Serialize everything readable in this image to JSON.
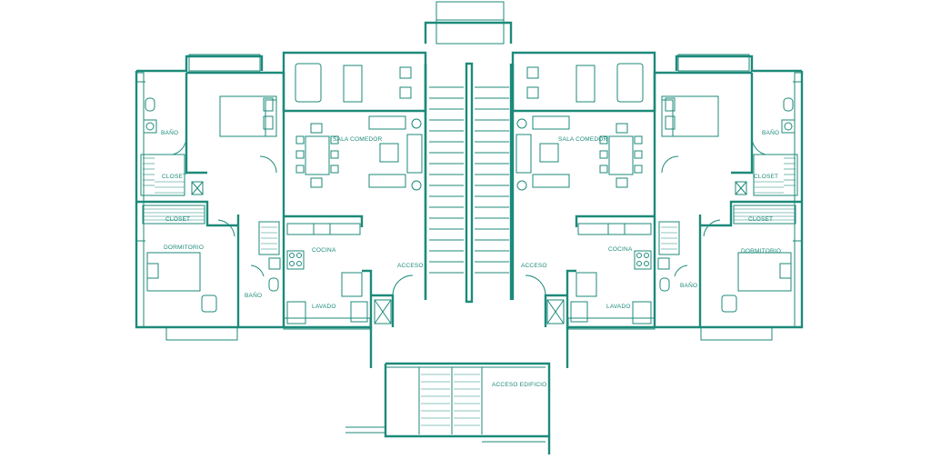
{
  "labels": {
    "left": {
      "sala": "SALA COMEDOR",
      "bano_top": "BAÑO",
      "closet_top": "CLOSET",
      "closet_mid": "CLOSET",
      "dormitorio": "DORMITORIO",
      "bano_bottom": "BAÑO",
      "cocina": "COCINA",
      "lavado": "LAVADO",
      "acceso": "ACCESO"
    },
    "right": {
      "sala": "SALA COMEDOR",
      "bano_top": "BAÑO",
      "closet_top": "CLOSET",
      "closet_mid": "CLOSET",
      "dormitorio": "DORMITORIO",
      "bano_bottom": "BAÑO",
      "cocina": "COCINA",
      "lavado": "LAVADO",
      "acceso": "ACCESO"
    },
    "acceso_edificio": "ACCESO EDIFICIO"
  },
  "colors": {
    "line": "#1d8a7a",
    "background": "#ffffff"
  }
}
